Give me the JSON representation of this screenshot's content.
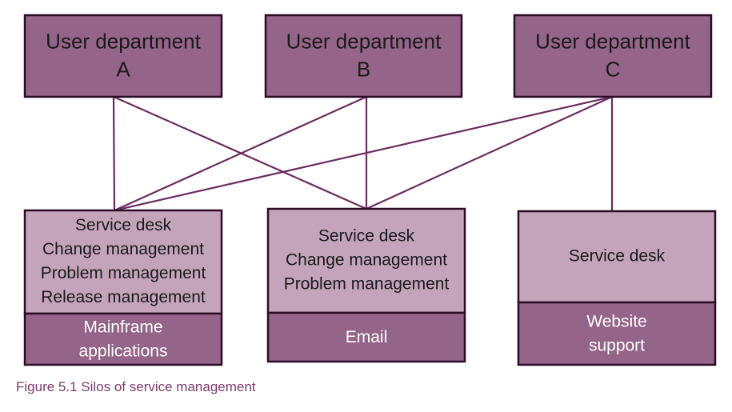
{
  "colors": {
    "dark_fill": "#956489",
    "light_fill": "#c4a4bb",
    "stroke": "#2a0d24",
    "connector": "#6b2c60",
    "caption": "#7b3b6b"
  },
  "departments": [
    {
      "id": "A",
      "lines": [
        "User department",
        "A"
      ]
    },
    {
      "id": "B",
      "lines": [
        "User department",
        "B"
      ]
    },
    {
      "id": "C",
      "lines": [
        "User department",
        "C"
      ]
    }
  ],
  "silos": [
    {
      "id": "mainframe",
      "processes": [
        "Service desk",
        "Change management",
        "Problem management",
        "Release management"
      ],
      "service": [
        "Mainframe",
        "applications"
      ]
    },
    {
      "id": "email",
      "processes": [
        "Service desk",
        "Change management",
        "Problem management"
      ],
      "service": [
        "Email"
      ]
    },
    {
      "id": "website",
      "processes": [
        "Service desk"
      ],
      "service": [
        "Website",
        "support"
      ]
    }
  ],
  "connections": [
    {
      "from": "A",
      "to": "mainframe"
    },
    {
      "from": "A",
      "to": "email"
    },
    {
      "from": "B",
      "to": "mainframe"
    },
    {
      "from": "B",
      "to": "email"
    },
    {
      "from": "C",
      "to": "mainframe"
    },
    {
      "from": "C",
      "to": "email"
    },
    {
      "from": "C",
      "to": "website"
    }
  ],
  "caption": "Figure 5.1 Silos of service management"
}
